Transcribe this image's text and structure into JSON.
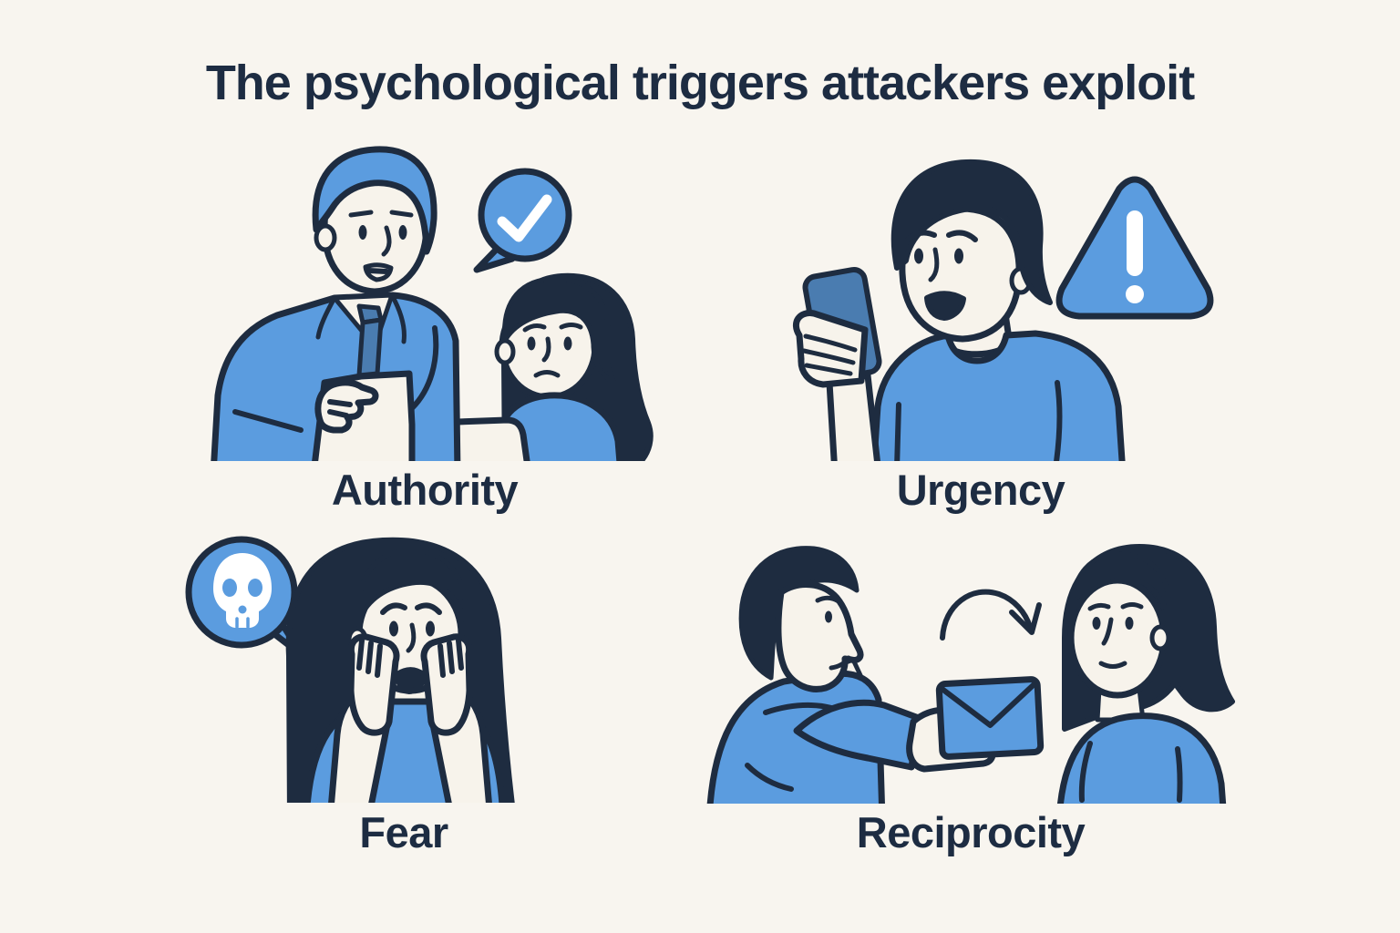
{
  "title": "The psychological triggers attackers exploit",
  "palette": {
    "background": "#f8f5ef",
    "accent_blue": "#5b9cdf",
    "deep_blue": "#4a7cb0",
    "outline_navy": "#1e2c40",
    "text_navy": "#1d2c42",
    "skin_cream": "#f7f3eb",
    "white": "#ffffff"
  },
  "quadrants": [
    {
      "id": "authority",
      "label": "Authority",
      "icon": "checkmark-speech-bubble-icon",
      "alt": "Man in a blue suit showing a document to a concerned woman at a laptop"
    },
    {
      "id": "urgency",
      "label": "Urgency",
      "icon": "warning-triangle-icon",
      "alt": "Worried man reading an alert on his phone"
    },
    {
      "id": "fear",
      "label": "Fear",
      "icon": "skull-speech-bubble-icon",
      "alt": "Frightened woman holding her cheeks"
    },
    {
      "id": "reciprocity",
      "label": "Reciprocity",
      "icon": "envelope-handoff-icon",
      "alt": "Man handing an envelope to a woman"
    }
  ]
}
